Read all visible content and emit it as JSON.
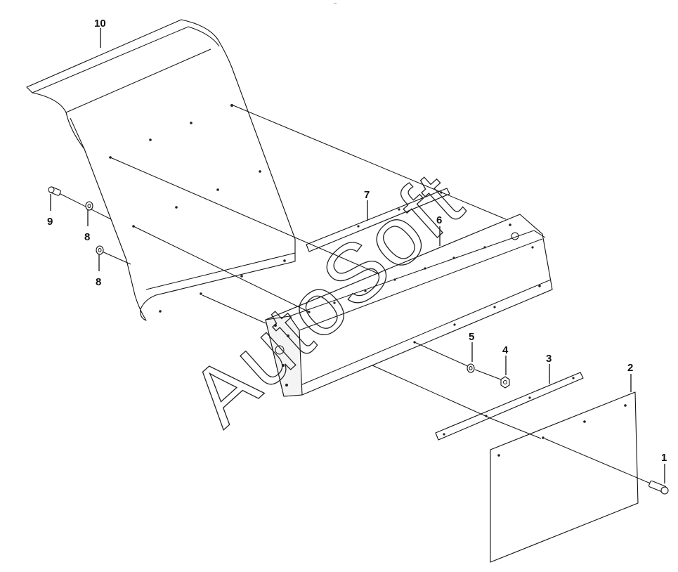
{
  "header_mark": "°°",
  "callouts": {
    "c1": "1",
    "c2": "2",
    "c3": "3",
    "c4": "4",
    "c5": "5",
    "c6": "6",
    "c7": "7",
    "c8a": "8",
    "c8b": "8",
    "c9": "9",
    "c10": "10"
  },
  "watermark": "AutoSoft"
}
